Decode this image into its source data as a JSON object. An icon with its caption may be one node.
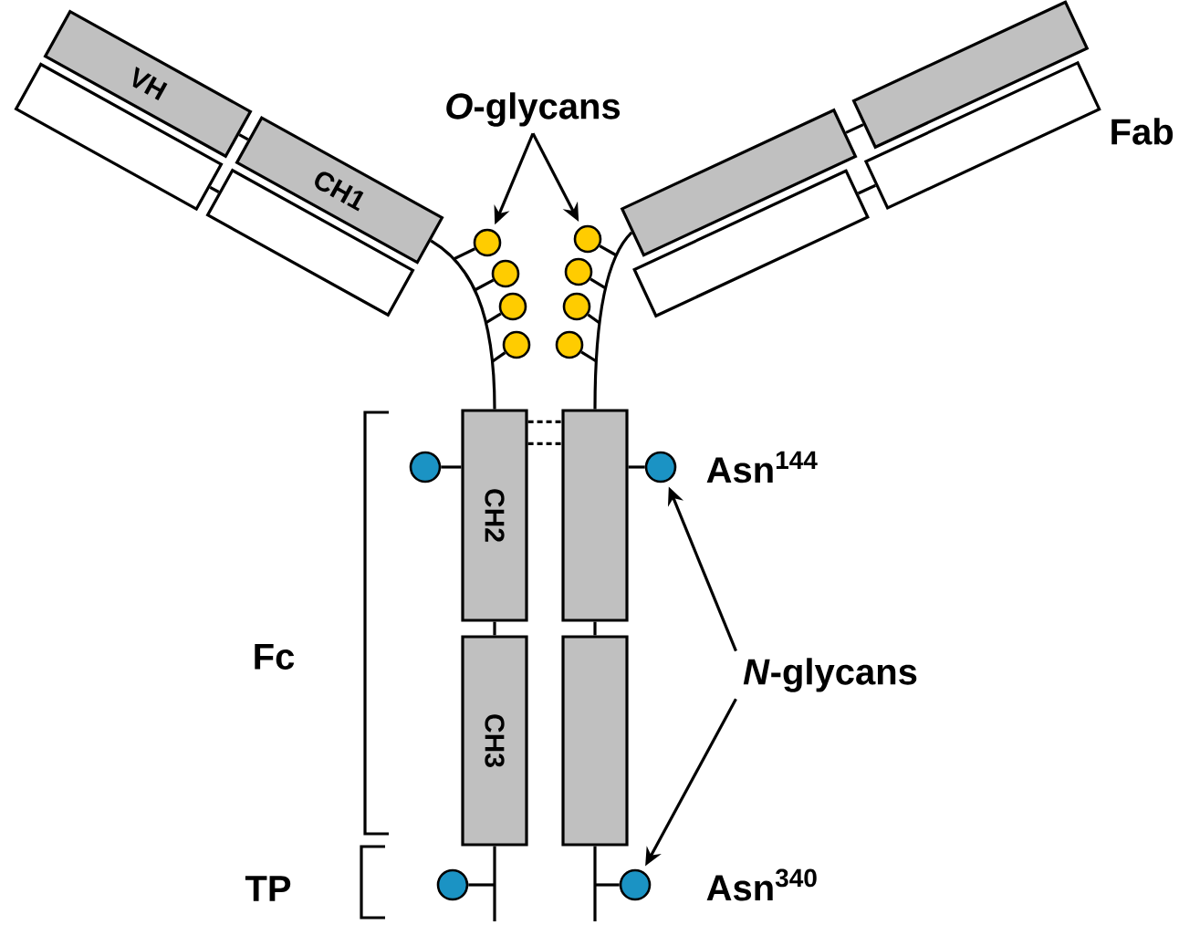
{
  "diagram": {
    "nodes": [
      {
        "text": [
          "VH"
        ]
      },
      {
        "text": [
          "CH1"
        ]
      },
      {
        "text": [],
        "shape": "box"
      },
      {
        "text": [],
        "shape": "box"
      },
      {
        "text": [
          "*O*-glycans"
        ]
      },
      {
        "text": [],
        "shape": "circle"
      },
      {
        "text": [],
        "shape": "circle"
      },
      {
        "text": [],
        "shape": "box"
      },
      {
        "text": [],
        "shape": "box"
      },
      {
        "text": [],
        "shape": "box"
      },
      {
        "text": [],
        "shape": "box"
      },
      {
        "text": [],
        "shape": "circle"
      },
      {
        "text": [],
        "shape": "circle"
      },
      {
        "text": [],
        "shape": "circle"
      },
      {
        "text": [],
        "shape": "circle"
      },
      {
        "text": [],
        "shape": "circle"
      },
      {
        "text": [],
        "shape": "circle"
      },
      {
        "text": [
          "CH2"
        ]
      },
      {
        "text": [],
        "shape": "box"
      },
      {
        "text": [],
        "shape": "circle"
      },
      {
        "text": [],
        "shape": "circle"
      },
      {
        "text": [
          "*N*-glycans"
        ]
      },
      {
        "text": [
          "CH3"
        ]
      },
      {
        "text": [],
        "shape": "box"
      },
      {
        "text": [],
        "shape": "circle"
      },
      {
        "text": [],
        "shape": "circle"
      }
    ],
    "edges": [
      {
        "from": 4,
        "to": 5,
        "arrow": "to"
      },
      {
        "from": 4,
        "to": 6,
        "arrow": "to"
      },
      {
        "from": 21,
        "to": 20,
        "arrow": "to"
      },
      {
        "from": 21,
        "to": 25,
        "arrow": "to"
      },
      {
        "from": 0,
        "to": 1,
        "arrow": "none"
      },
      {
        "from": 2,
        "to": 3,
        "arrow": "none"
      },
      {
        "from": 7,
        "to": 8,
        "arrow": "none"
      },
      {
        "from": 9,
        "to": 10,
        "arrow": "none"
      },
      {
        "from": 1,
        "to": 17,
        "arrow": "none"
      },
      {
        "from": 7,
        "to": 18,
        "arrow": "none"
      },
      {
        "from": 17,
        "to": 18,
        "arrow": "none",
        "style": "dashed"
      },
      {
        "from": 17,
        "to": 18,
        "arrow": "none",
        "style": "dashed"
      },
      {
        "from": 17,
        "to": 22,
        "arrow": "none"
      },
      {
        "from": 18,
        "to": 23,
        "arrow": "none"
      },
      {
        "from": 22,
        "to": null,
        "arrow": "none"
      },
      {
        "from": 23,
        "to": null,
        "arrow": "none"
      },
      {
        "from": 19,
        "to": 17,
        "arrow": "none"
      },
      {
        "from": 20,
        "to": 18,
        "arrow": "none"
      },
      {
        "from": 24,
        "to": null,
        "arrow": "none"
      },
      {
        "from": 25,
        "to": null,
        "arrow": "none"
      },
      {
        "from": 5,
        "to": null,
        "arrow": "none"
      },
      {
        "from": 11,
        "to": null,
        "arrow": "none"
      },
      {
        "from": 13,
        "to": null,
        "arrow": "none"
      },
      {
        "from": 15,
        "to": null,
        "arrow": "none"
      },
      {
        "from": 6,
        "to": null,
        "arrow": "none"
      },
      {
        "from": 12,
        "to": null,
        "arrow": "none"
      },
      {
        "from": 14,
        "to": null,
        "arrow": "none"
      },
      {
        "from": 16,
        "to": null,
        "arrow": "none"
      }
    ],
    "labels": [
      "Fab",
      "Asn$^{144}$",
      "Fc",
      "TP",
      "Asn$^{340}$"
    ]
  }
}
